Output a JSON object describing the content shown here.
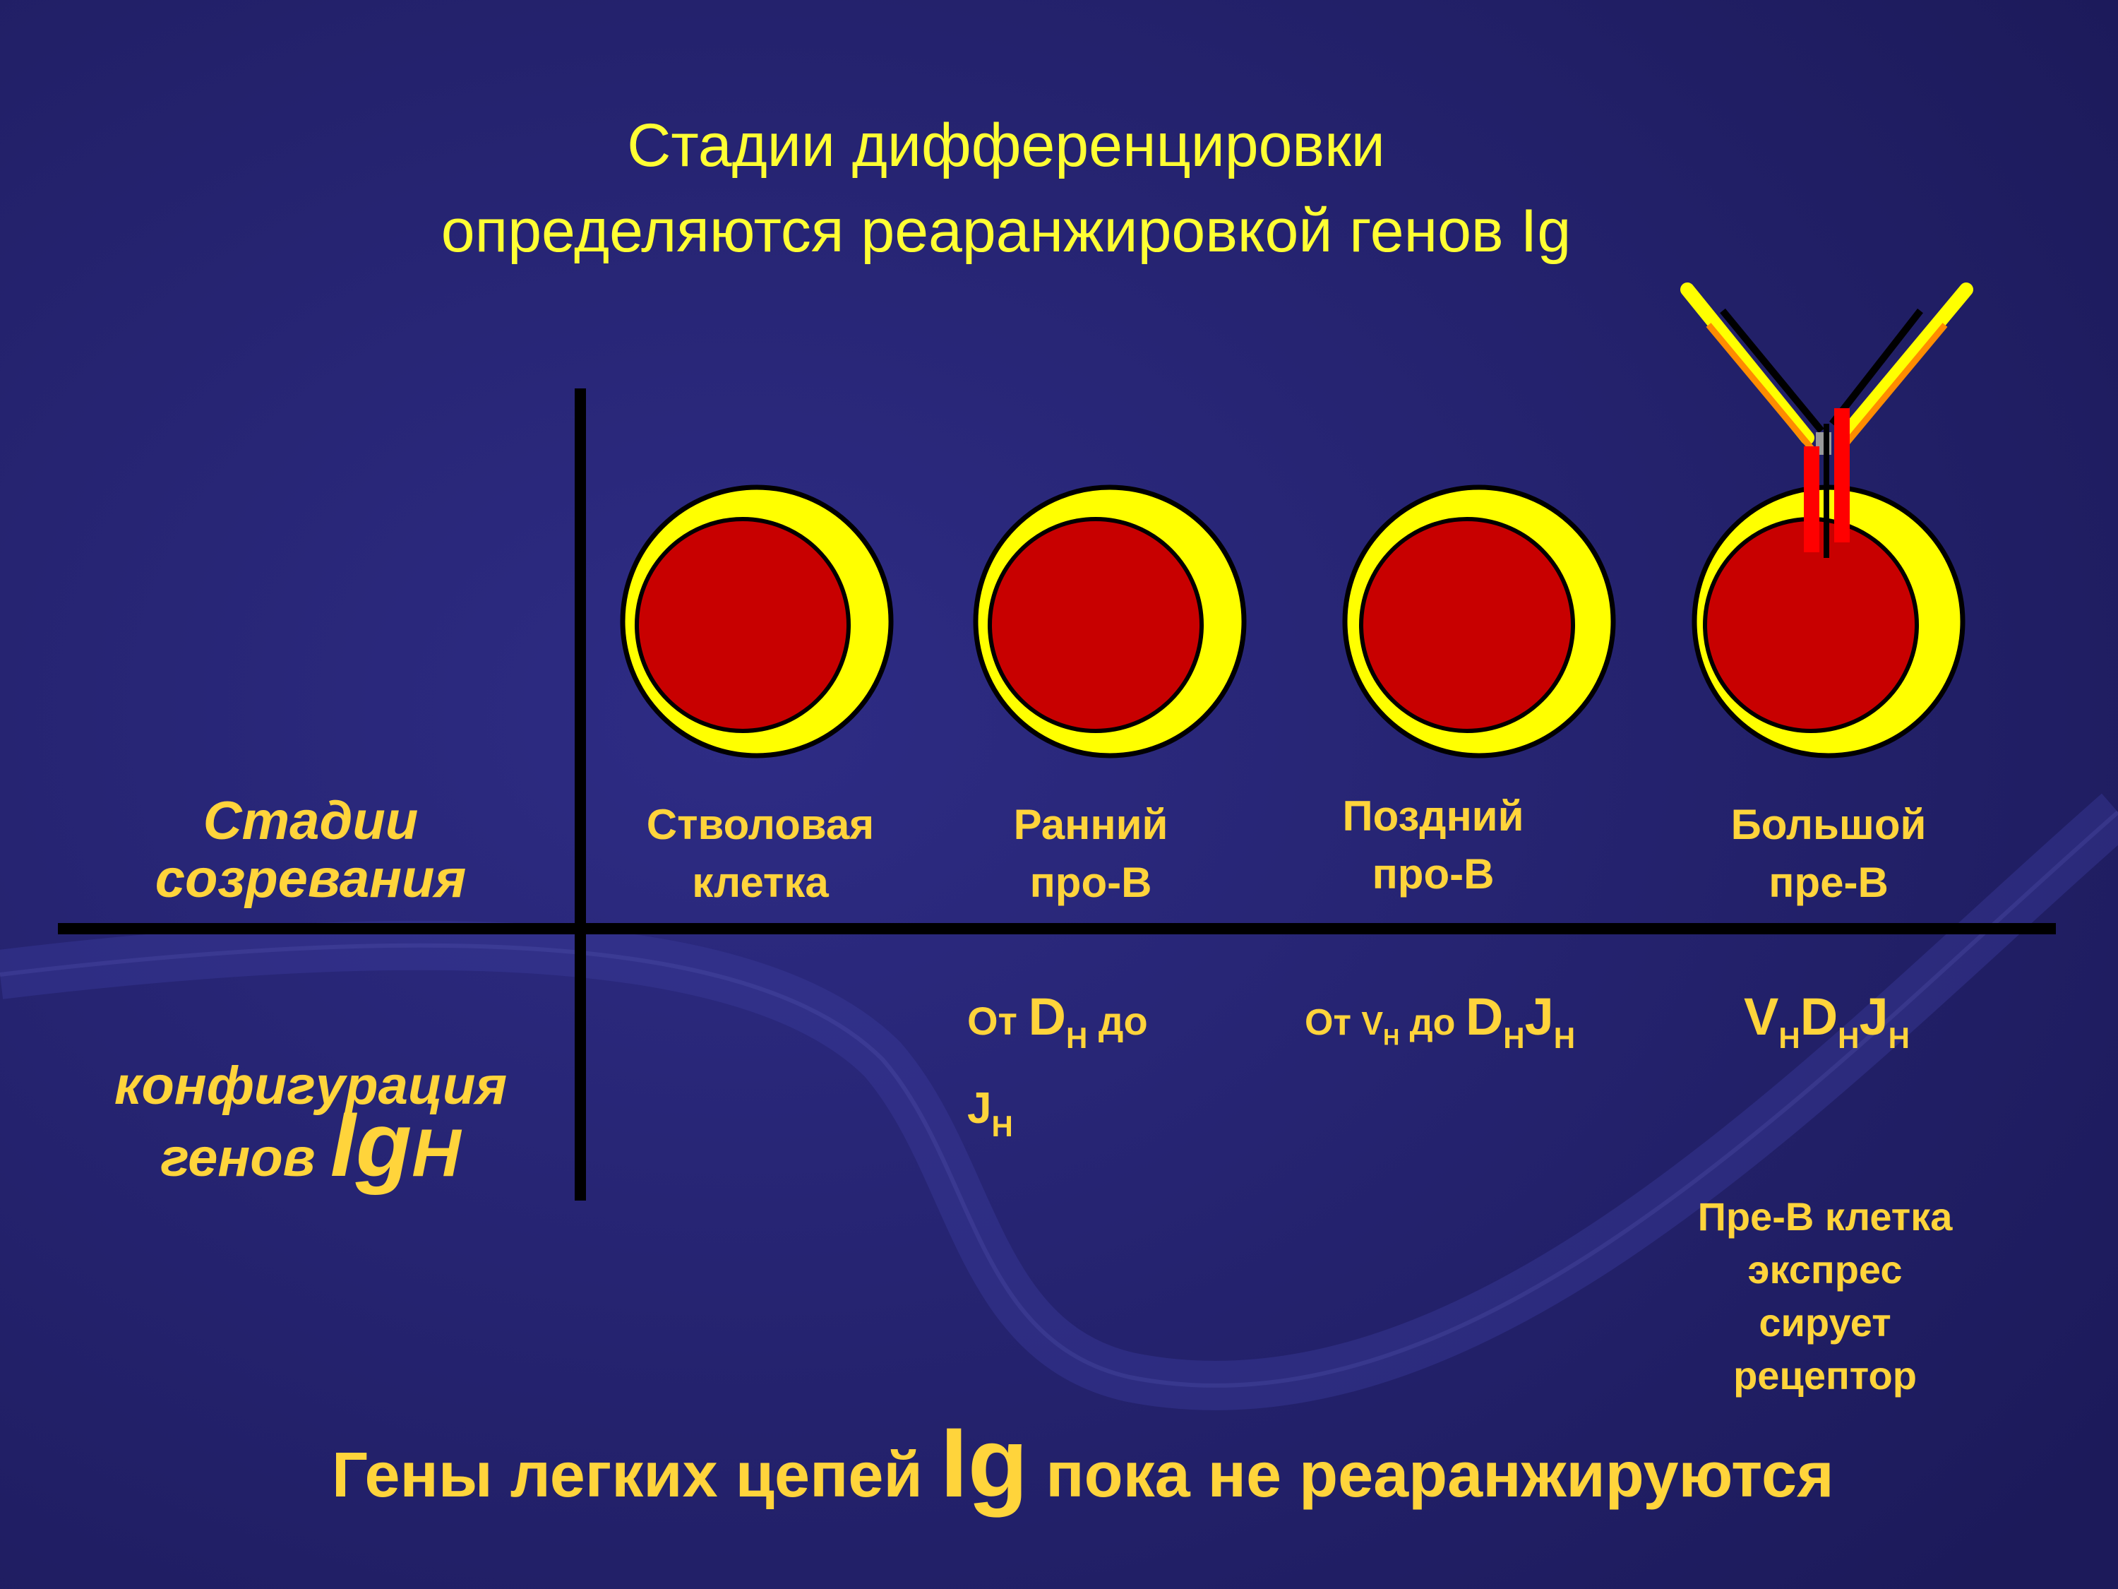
{
  "title": {
    "line1": "Стадии дифференцировки",
    "line2": "определяются реаранжировкой генов Ig"
  },
  "row_headers": {
    "stages": "Стадии\nсозревания",
    "config_prefix": "конфигурация\nгенов ",
    "config_big": "Ig",
    "config_suffix": "H"
  },
  "stages": [
    {
      "label": "Стволовая\nклетка"
    },
    {
      "label": "Ранний\nпро-В"
    },
    {
      "label": "Поздний\nпро-В"
    },
    {
      "label": "Большой\nпре-В"
    }
  ],
  "gene_config": {
    "early": {
      "ot": "От ",
      "d": "D",
      "h1": "H",
      "do": " до",
      "j": "J",
      "h2": "H"
    },
    "late": {
      "ot": "От ",
      "v": "V",
      "h1": "H",
      "do": " до ",
      "d": "D",
      "h2": "H",
      "j": "J",
      "h3": "H"
    },
    "pre": {
      "v": "V",
      "h1": "H",
      "d": "D",
      "h2": "H",
      "j": "J",
      "h3": "H"
    }
  },
  "pre_b_note": "Пре-В клетка\nэкспрес\nсирует\nрецептор",
  "footer": {
    "prefix": "Гены легких цепей ",
    "big": "Ig",
    "suffix": " пока не реаранжируются"
  },
  "colors": {
    "background": "#262470",
    "title_text": "#ffff33",
    "label_text": "#ffd43b",
    "cytoplasm": "#ffff00",
    "nucleus": "#c80000",
    "divider": "#000000",
    "receptor_heavy": "#ff0000",
    "receptor_light": "#ffff00"
  },
  "icons": {
    "cell": "cell-icon",
    "receptor": "pre-b-receptor-icon"
  }
}
